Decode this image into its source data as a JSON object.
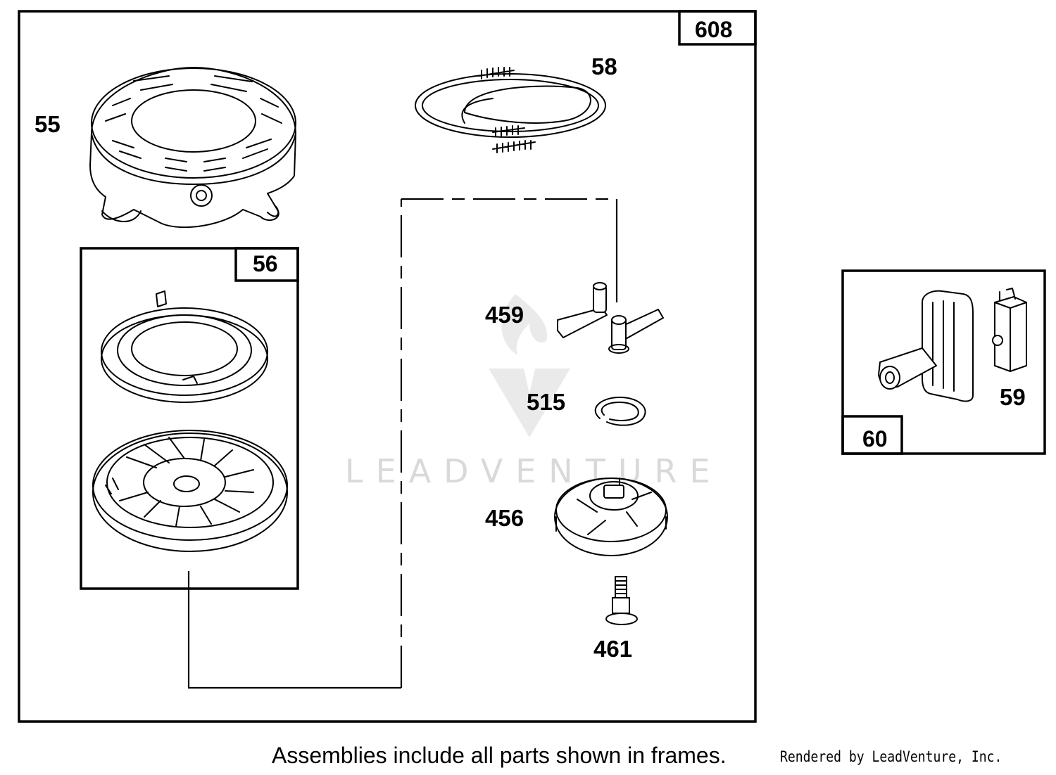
{
  "frames": {
    "main": "608",
    "sub": "56",
    "side": "60"
  },
  "callouts": {
    "p55": "55",
    "p58": "58",
    "p459": "459",
    "p515": "515",
    "p456": "456",
    "p461": "461",
    "p59": "59"
  },
  "watermark": {
    "text": "LEADVENTURE"
  },
  "footer": {
    "note": "Assemblies include all parts shown in frames.",
    "credit": "Rendered by LeadVenture, Inc."
  },
  "icons": [
    "starter-housing-icon",
    "rewind-spring-icon",
    "starter-pulley-icon",
    "starter-rope-icon",
    "pawl-icon",
    "retainer-ring-icon",
    "pawl-retainer-icon",
    "screw-icon",
    "starter-handle-icon",
    "rope-insert-icon",
    "watermark-logo-icon"
  ]
}
